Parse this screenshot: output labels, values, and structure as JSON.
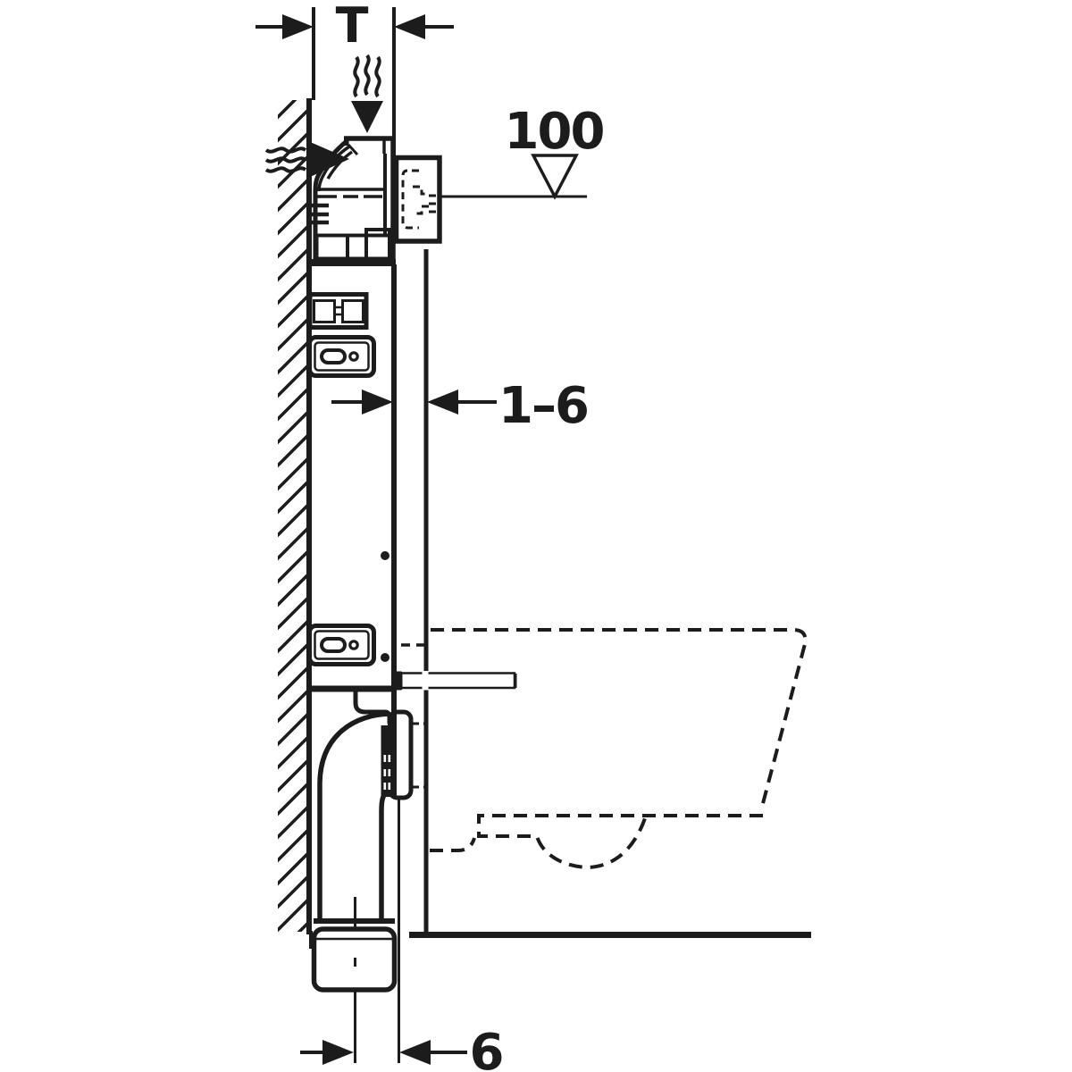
{
  "diagram": {
    "labels": {
      "frame_depth": "T",
      "actuation_level": "100",
      "front_gap_range": "1–6",
      "outlet_offset": "6"
    },
    "colors": {
      "line": "#1c1c1c",
      "background": "#ffffff"
    }
  }
}
